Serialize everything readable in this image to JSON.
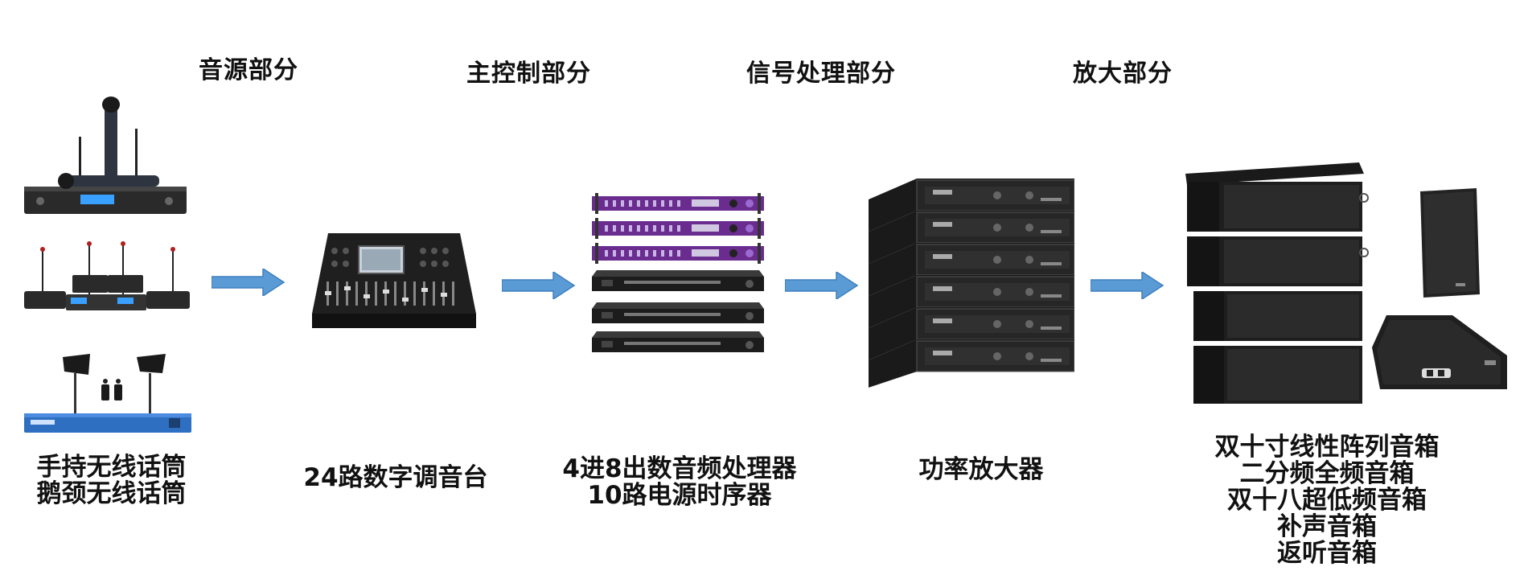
{
  "sections": [
    {
      "heading": "音源部分",
      "caption_lines": [
        "手持无线话筒",
        "鹅颈无线话筒"
      ]
    },
    {
      "heading": "主控制部分",
      "caption_lines": [
        "24路数字调音台"
      ]
    },
    {
      "heading": "信号处理部分",
      "caption_lines": [
        "4进8出数音频处理器",
        "10路电源时序器"
      ]
    },
    {
      "heading": "放大部分",
      "caption_lines": [
        "功率放大器"
      ]
    },
    {
      "heading": "",
      "caption_lines": [
        "双十寸线性阵列音箱",
        "二分频全频音箱",
        "双十八超低频音箱",
        "补声音箱",
        "返听音箱"
      ]
    }
  ],
  "colors": {
    "arrow": "#5b9bd5",
    "arrow_edge": "#3f7fbf",
    "device_dark": "#1c1c1c",
    "rack_purple": "#6a2c8f",
    "rack_blue": "#2f6fc1"
  }
}
